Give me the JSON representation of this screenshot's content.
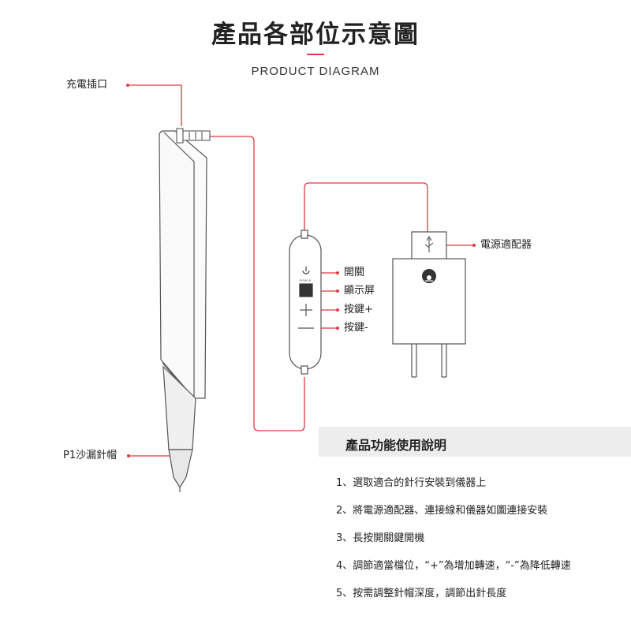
{
  "header": {
    "title": "產品各部位示意圖",
    "subtitle": "PRODUCT DIAGRAM"
  },
  "labels": {
    "charging_port": "充電插口",
    "power_adapter": "電源適配器",
    "switch": "開關",
    "display": "顯示屏",
    "button_plus": "按鍵+",
    "button_minus": "按鍵-",
    "needle_cap": "P1沙漏針帽"
  },
  "device_marks": {
    "remote_text": "RPM/LB",
    "plus_sign": "+"
  },
  "instructions": {
    "heading": "產品功能使用說明",
    "steps": [
      "1、選取適合的針行安裝到儀器上",
      "2、將電源適配器、連接線和儀器如圖連接安裝",
      "3、長按開關鍵開機",
      "4、調節適當檔位，“+”為增加轉速，“-”為降低轉速",
      "5、按需調整針帽深度，調節出針長度"
    ]
  },
  "colors": {
    "accent_red": "#e0393e",
    "outline": "#555555",
    "panel_bg": "#ededed"
  }
}
